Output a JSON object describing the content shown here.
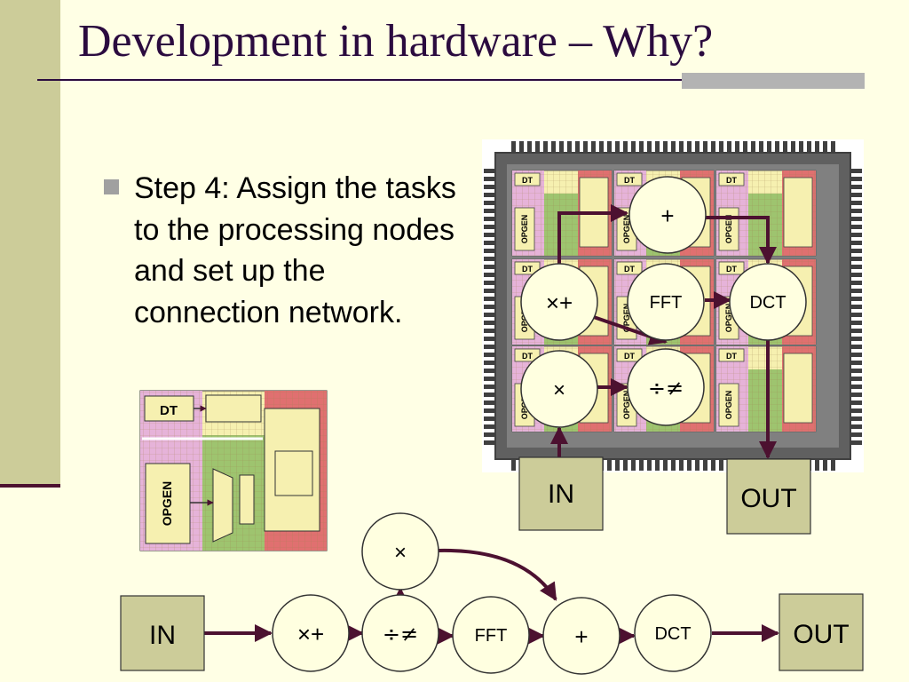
{
  "slide": {
    "title": "Development in hardware – Why?",
    "bullet_text": "Step 4: Assign the tasks to the processing nodes and set up the connection network."
  },
  "chip": {
    "tile_labels": {
      "dt": "DT",
      "opgen": "OPGEN"
    },
    "nodes": {
      "add": "+",
      "mul_add": "×+",
      "fft": "FFT",
      "dct": "DCT",
      "mul": "×",
      "div_neq": "÷≠"
    },
    "in_label": "IN",
    "out_label": "OUT"
  },
  "zoom_tile": {
    "dt": "DT",
    "opgen": "OPGEN"
  },
  "flow": {
    "in_label": "IN",
    "out_label": "OUT",
    "nodes": {
      "mul_add": "×+",
      "div_neq": "÷≠",
      "mul": "×",
      "fft": "FFT",
      "add": "+",
      "dct": "DCT"
    }
  },
  "colors": {
    "title": "#2b0b3f",
    "background": "#ffffe5",
    "sidebar": "#cccc99",
    "arrow": "#4c1130",
    "node_fill": "#ffffe0",
    "chip_body": "#606060",
    "tile_pink": "#e6b3d9",
    "tile_green": "#9ec46f",
    "tile_red": "#e07070",
    "tile_yellow": "#f6f0b0"
  }
}
